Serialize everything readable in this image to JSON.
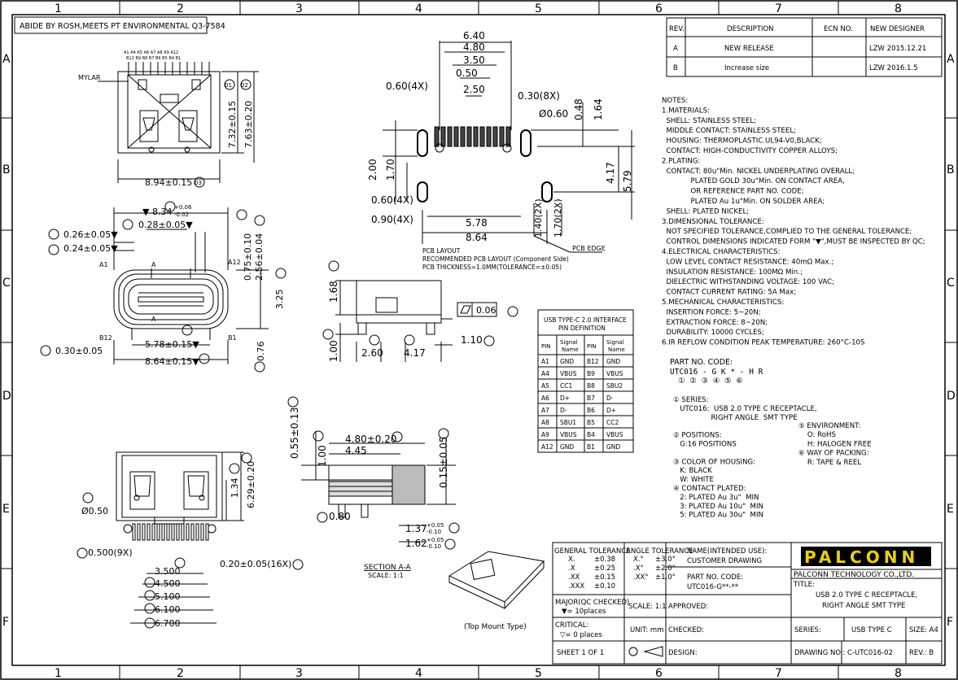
{
  "frame": {
    "top_numbers": [
      "1",
      "2",
      "3",
      "4",
      "5",
      "6",
      "7",
      "8"
    ],
    "side_letters": [
      "A",
      "B",
      "C",
      "D",
      "E",
      "F"
    ]
  },
  "rosh_note": "ABIDE BY ROSH,MEETS PT ENVIRONMENTAL Q3-7584",
  "revision_table": {
    "headers": [
      "REV.",
      "DESCRIPTION",
      "ECN NO.",
      "NEW DESIGNER"
    ],
    "rows": [
      [
        "A",
        "NEW RELEASE",
        "",
        "LZW 2015.12.21"
      ],
      [
        "B",
        "Increase  size",
        "",
        "LZW 2016.1.5"
      ]
    ]
  },
  "notes": [
    "NOTES:",
    "1.MATERIALS:",
    "  SHELL: STAINLESS STEEL;",
    "  MIDDLE CONTACT: STAINLESS STEEL;",
    "  HOUSING: THERMOPLASTIC.UL94-V0,BLACK;",
    "  CONTACT: HIGH-CONDUCTIVITY COPPER ALLOYS;",
    "2.PLATING:",
    "  CONTACT: 80u\"Min. NICKEL UNDERPLATING OVERALL;",
    "             PLATED GOLD 30u\"Min. ON CONTACT AREA,",
    "             OR REFERENCE PART NO. CODE;",
    "             PLATED Au 1u\"Min. ON SOLDER AREA;",
    "  SHELL: PLATED NICKEL;",
    "3.DIMENSIONAL TOLERANCE:",
    "  NOT SPECIFIED TOLERANCE,COMPLIED TO THE GENERAL TOLERANCE;",
    "  CONTROL DIMENSIONS INDICATED FORM \"▼\",MUST BE INSPECTED BY QC;",
    "4.ELECTRICAL CHARACTERISTICS:",
    "  LOW LEVEL CONTACT RESISTANCE: 40mΩ Max.;",
    "  INSULATION RESISTANCE: 100MΩ Min.;",
    "  DIELECTRIC WITHSTANDING VOLTAGE: 100 VAC;",
    "  CONTACT CURRENT RATING: 5A Max;",
    "5.MECHANICAL CHARACTERISTICS:",
    "  INSERTION FORCE: 5~20N;",
    "  EXTRACTION FORCE: 8~20N;",
    "  DURABILITY: 10000 CYCLES;",
    "6.IR REFLOW CONDITION PEAK TEMPERATURE: 260°C-10S"
  ],
  "part_code": {
    "title": "PART NO. CODE:",
    "code_line": "UTC016 - G  K  *  - H  R",
    "index_line": "①        ②  ③  ④    ⑤  ⑥",
    "left": [
      "① SERIES:",
      "   UTC016:  USB 2.0 TYPE C RECEPTACLE,",
      "                 RIGHT ANGLE  SMT TYPE",
      "",
      "② POSITIONS:",
      "   G:16 POSITIONS",
      "",
      "③ COLOR OF HOUSING:",
      "   K: BLACK",
      "   W: WHITE",
      "④ CONTACT PLATED:",
      "   2: PLATED Au 3u\"  MIN",
      "   3: PLATED Au 10u\"  MIN",
      "   5: PLATED Au 30u\"  MIN"
    ],
    "right": [
      "⑤ ENVIRONMENT:",
      "    O: RoHS",
      "    H: HALOGEN FREE",
      "⑥ WAY OF PACKING:",
      "    R: TAPE & REEL"
    ]
  },
  "pin_table": {
    "title1": "USB TYPE-C 2.0 INTERFACE",
    "title2": "PIN  DEFINITION",
    "headers": [
      "PIN",
      "Signal Name",
      "PIN",
      "Signal Name"
    ],
    "rows": [
      [
        "A1",
        "GND",
        "B12",
        "GND"
      ],
      [
        "A4",
        "VBUS",
        "B9",
        "VBUS"
      ],
      [
        "A5",
        "CC1",
        "B8",
        "SBU2"
      ],
      [
        "A6",
        "D+",
        "B7",
        "D-"
      ],
      [
        "A7",
        "D-",
        "B6",
        "D+"
      ],
      [
        "A8",
        "SBU1",
        "B5",
        "CC2"
      ],
      [
        "A9",
        "VBUS",
        "B4",
        "VBUS"
      ],
      [
        "A12",
        "GND",
        "B1",
        "GND"
      ]
    ]
  },
  "pcb_layout": {
    "dims_top": [
      "6.40",
      "4.80",
      "3.50",
      "2.50",
      "0.50"
    ],
    "left_labels": [
      "0.60(4X)",
      "0.60(4X)",
      "0.90(4X)"
    ],
    "right_labels": [
      "0.30(8X)",
      "Ø0.60"
    ],
    "vertical_dims": [
      "0.48",
      "1.64",
      "4.17",
      "5.79",
      "2.00",
      "1.70",
      "1.40(2X)",
      "1.70(2X)"
    ],
    "bottom_dims": [
      "5.78",
      "8.64"
    ],
    "edge_label": "PCB EDGE",
    "caption": [
      "PCB LAYOUT",
      "RECOMMENDED PCB LAYOUT (Component Side)",
      "PCB THICKNESS=1.0MM(TOLERANCE=±0.05)"
    ]
  },
  "top_view": {
    "mylar": "MYLAR",
    "pin_labels_top": "A1 A4  A5 A6 A7  A8  A9 A12",
    "pin_labels_bot": "B12 B9 B8  B7 B6 B5 B4 B1",
    "width_dim": "8.94±0.15",
    "h1": "7.32±0.15",
    "h2": "7.63±0.20",
    "callout_w": "03",
    "callout_1": "01",
    "callout_2": "02"
  },
  "front_view": {
    "top_dim": "▼ 8.34",
    "top_tol_up": "+0.06",
    "top_tol_dn": "-0.02",
    "d1": "0.26±0.05▼",
    "d2": "0.24±0.05▼",
    "d3": "0.28±0.05▼",
    "v1": "0.75±0.10",
    "v2": "2.56±0.04",
    "v3": "3.25",
    "v4": "0.76",
    "left_dim": "0.30±0.05",
    "mid_dim": "5.78±0.15▼",
    "bot_dim": "8.64±0.15▼",
    "labels": [
      "A1",
      "A12",
      "B12",
      "B1",
      "A",
      "A"
    ]
  },
  "side_view": {
    "v1": "1.68",
    "v2": "1.00",
    "h1": "2.60",
    "h2": "4.17",
    "h3": "1.10",
    "flatness": "0.06"
  },
  "bottom_view": {
    "hole": "Ø0.50",
    "h1": "1.34",
    "h2": "6.29±0.20",
    "pitch": "0.500(9X)",
    "pin_w": "0.20±0.05(16X)",
    "dims": [
      "3.500",
      "4.500",
      "5.100",
      "6.100",
      "6.700"
    ]
  },
  "section_view": {
    "caption": "SECTION A-A",
    "scale": "SCALE: 1:1",
    "top1": "4.80±0.20",
    "top2": "4.45",
    "left1": "0.55±0.13",
    "left2": "1.00",
    "right1": "0.15±0.05",
    "b1": "0.80",
    "b2_base": "1.37",
    "b2_up": "+0.05",
    "b2_dn": "-0.10",
    "b3_base": "1.62",
    "b3_up": "+0.05",
    "b3_dn": "-0.10"
  },
  "iso_caption": "(Top Mount Type)",
  "title_block": {
    "gen_tol_title": "GENERAL TOLERANCE",
    "gen_tol": [
      [
        "X.",
        "±0.38"
      ],
      [
        ".X",
        "±0.25"
      ],
      [
        ".XX",
        "±0.15"
      ],
      [
        ".XXX",
        "±0.10"
      ]
    ],
    "ang_tol_title": "ANGLE TOLERANCE",
    "ang_tol": [
      [
        "X.°",
        "±3.0°"
      ],
      [
        ".X°",
        "±2.0°"
      ],
      [
        ".XX°",
        "±1.0°"
      ]
    ],
    "name_label": "NAME(INTENDED USE):",
    "name_value": "CUSTOMER DRAWING",
    "part_label": "PART NO. CODE:",
    "part_value": "UTC016-G**-**",
    "major": "MAJOR(QC CHECKED)",
    "major_val": "▼= 10places",
    "critical": "CRITICAL:",
    "critical_val": "▽= 0 places",
    "sheet": "SHEET 1 OF 1",
    "scale": "SCALE: 1:1",
    "unit": "UNIT: mm",
    "approved": "APPROVED:",
    "checked": "CHECKED:",
    "design": "DESIGN:",
    "logo": "PALCONN",
    "company": "PALCONN TECHNOLOGY CO.,LTD.",
    "title_label": "TITLE:",
    "title1": "USB 2.0 TYPE C RECEPTACLE,",
    "title2": "RIGHT ANGLE  SMT TYPE",
    "series_label": "SERIES:",
    "series_value": "USB TYPE C",
    "size": "SIZE: A4",
    "drawing_no": "DRAWING NO.: C-UTC016-02",
    "rev": "REV.: B"
  }
}
